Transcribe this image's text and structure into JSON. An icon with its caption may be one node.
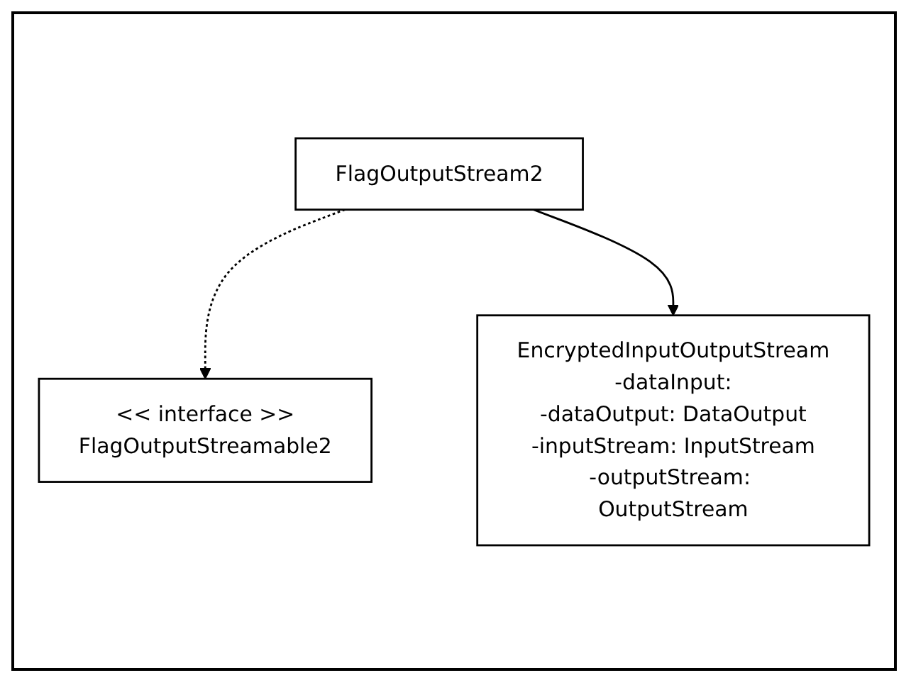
{
  "diagram": {
    "nodes": [
      {
        "text": [
          "<< interface >>",
          "FlagOutputStreamable2"
        ]
      },
      {
        "text": [
          "FlagOutputStream2"
        ]
      },
      {
        "text": [
          "EncryptedInputOutputStream",
          "-dataInput:",
          "-dataOutput: DataOutput",
          "-inputStream: InputStream",
          "-outputStream: OutputStream"
        ]
      }
    ],
    "edges": [
      {
        "from": 1,
        "to": 0,
        "arrow": "to",
        "style": "dashed"
      },
      {
        "from": 1,
        "to": 2,
        "arrow": "to"
      }
    ]
  }
}
